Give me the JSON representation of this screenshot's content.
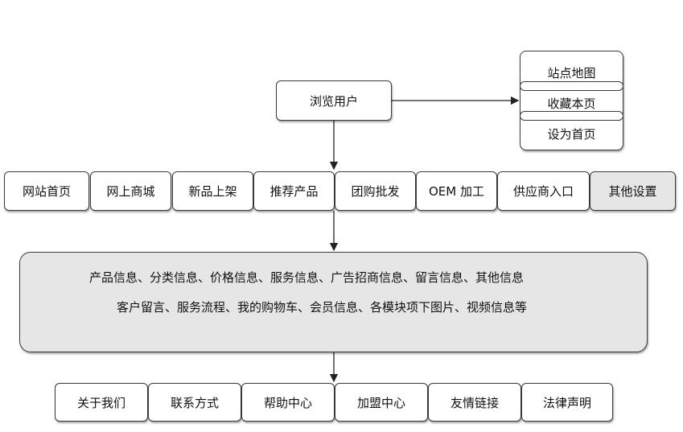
{
  "browse_user": "浏览用户",
  "quick_links": [
    "站点地图",
    "收藏本页",
    "设为首页"
  ],
  "nav_items": [
    "网站首页",
    "网上商城",
    "新品上架",
    "推荐产品",
    "团购批发",
    "OEM 加工",
    "供应商入口",
    "其他设置"
  ],
  "info_box": {
    "line1": "产品信息、分类信息、价格信息、服务信息、广告招商信息、留言信息、其他信息",
    "line2": "客户留言、服务流程、我的购物车、会员信息、各模块项下图片、视频信息等"
  },
  "footer_items": [
    "关于我们",
    "联系方式",
    "帮助中心",
    "加盟中心",
    "友情链接",
    "法律声明"
  ]
}
